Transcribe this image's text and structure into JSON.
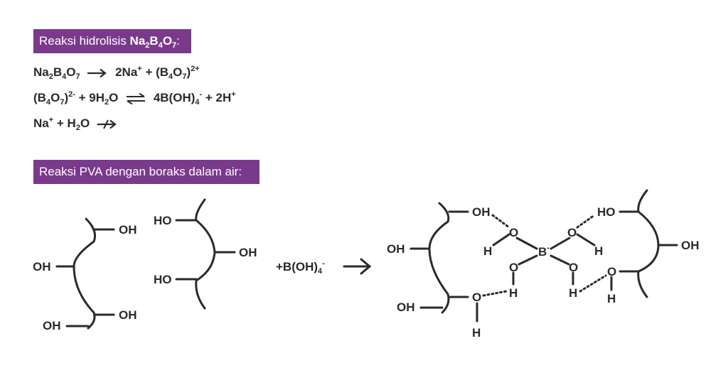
{
  "header1": {
    "prefix": "Reaksi hidrolisis ",
    "formula": "Na",
    "s1": "2",
    "f2": "B",
    "s2": "4",
    "f3": "O",
    "s3": "7",
    "suffix": ":"
  },
  "equations": {
    "eq1": {
      "a": "Na",
      "a_s1": "2",
      "a2": "B",
      "a_s2": "4",
      "a3": "O",
      "a_s3": "7",
      "b": "2Na",
      "b_sup": "+",
      "c": " + (B",
      "c_s1": "4",
      "c2": "O",
      "c_s2": "7",
      "c3": ")",
      "c_sup": "2+"
    },
    "eq2": {
      "a": "(B",
      "a_s1": "4",
      "a2": "O",
      "a_s2": "7",
      "a3": ")",
      "a_sup": "2-",
      "b": " + 9H",
      "b_s": "2",
      "b2": "O",
      "c": "4B(OH)",
      "c_s": "4",
      "c_sup": "-",
      "d": " + 2H",
      "d_sup": "+"
    },
    "eq3": {
      "a": "Na",
      "a_sup": "+",
      "b": " + H",
      "b_s": "2",
      "b2": "O"
    }
  },
  "header2": {
    "text": "Reaksi PVA dengan boraks dalam air:"
  },
  "scheme": {
    "oh": "OH",
    "ho": "HO",
    "o": "O",
    "h": "H",
    "b": "B",
    "b_charge": "-",
    "reagent": "+B(OH)",
    "reagent_sub": "4",
    "reagent_sup": "-"
  },
  "colors": {
    "tag_background": "#7a3a8c",
    "tag_text": "#ffffff",
    "ink": "#2a2a2a"
  }
}
